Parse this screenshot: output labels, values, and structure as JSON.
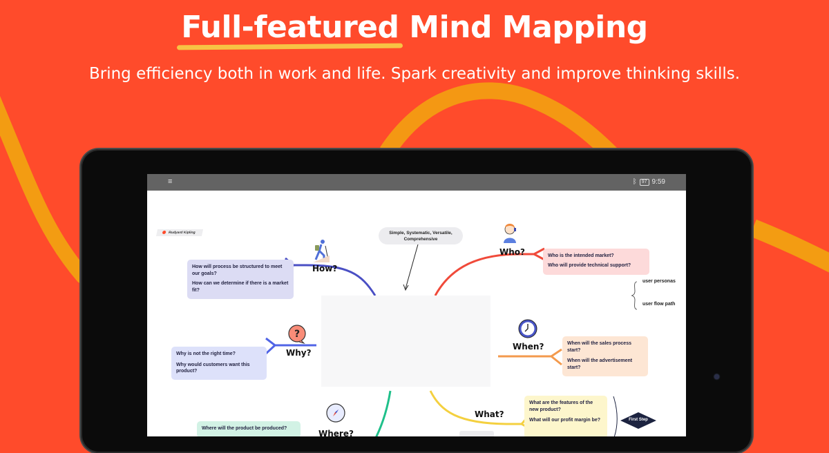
{
  "hero": {
    "title_highlight": "Full-featured",
    "title_rest": " Mind Mapping",
    "subtitle": "Bring efficiency both in work and life. Spark creativity and improve thinking skills."
  },
  "colors": {
    "background": "#FF4B2B",
    "swoosh": "#F39C12",
    "underline": "#F7C344",
    "how": "#4A4FC4",
    "who": "#F04A3A",
    "why": "#5064E6",
    "when": "#F39A4D",
    "what": "#F4D03F",
    "where": "#1FC08A"
  },
  "statusbar": {
    "wifi_icon": "wifi-icon",
    "bluetooth_icon": "bluetooth-icon",
    "battery": "97",
    "time": "9:59"
  },
  "mindmap": {
    "author_tag": "Rudyard Kipling",
    "summary_note": "Simple,  Systematic, Versatile, Comprehensive",
    "branches": {
      "how": {
        "label": "How?",
        "icon": "hiker-icon",
        "items": [
          "How will process be structured to meet our goals?",
          " How can we determine if there is a market fit?"
        ]
      },
      "who": {
        "label": "Who?",
        "icon": "support-agent-icon",
        "items": [
          "Who is the intended market?",
          "Who will provide technical support?"
        ],
        "subtopics": [
          "user personas",
          "user flow path"
        ]
      },
      "why": {
        "label": "Why?",
        "icon": "question-bubble-icon",
        "items": [
          " Why is not the right time?",
          "Why would customers want this product?"
        ]
      },
      "when": {
        "label": "When?",
        "icon": "clock-icon",
        "items": [
          "When will the sales process start?",
          "When will the advertisement start?"
        ]
      },
      "what": {
        "label": "What?",
        "icon": "",
        "items": [
          "What are the features of the new product?",
          "What will our profit margin be?"
        ],
        "step": "First Step"
      },
      "where": {
        "label": "Where?",
        "icon": "compass-icon",
        "items": [
          "Where will the product be produced?"
        ]
      }
    }
  }
}
